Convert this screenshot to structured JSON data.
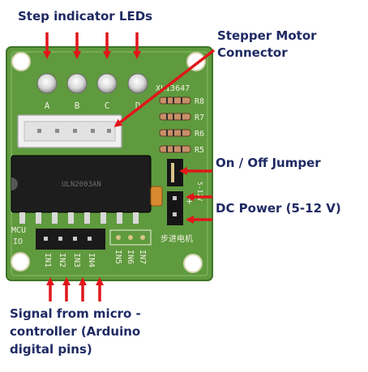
{
  "callouts": {
    "step_leds": "Step indicator LEDs",
    "motor_connector_line1": "Stepper Motor",
    "motor_connector_line2": "Connector",
    "on_off_jumper": "On / Off Jumper",
    "dc_power": "DC Power (5-12 V)",
    "signal_line1": "Signal from micro -",
    "signal_line2": "controller (Arduino",
    "signal_line3": "digital pins)"
  },
  "board": {
    "led_labels": [
      "A",
      "B",
      "C",
      "D"
    ],
    "part_number": "XL13647",
    "resistor_labels": [
      "R8",
      "R7",
      "R6",
      "R5"
    ],
    "chip_text": "ULN2003AN",
    "power_plus": "+",
    "power_minus": "-",
    "power_voltage": "5-12V",
    "mcu_label": "MCU",
    "io_label": "IO",
    "input_labels": [
      "IN1",
      "IN2",
      "IN3",
      "IN4",
      "IN5",
      "IN6",
      "IN7"
    ],
    "chinese_label": "步进电机"
  },
  "colors": {
    "arrow": "#e0161a",
    "label_text": "#1f2a63",
    "pcb": "#5f9a3e",
    "pcb_dark": "#3f7428"
  }
}
